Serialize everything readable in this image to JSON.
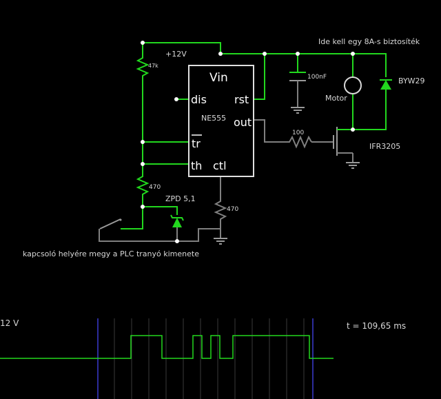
{
  "schematic": {
    "supply_label": "+12V",
    "note_fuse": "Ide kell egy 8A-s biztosíték",
    "note_switch": "kapcsoló helyére megy a PLC tranyó kimenete",
    "chip": {
      "name": "NE555",
      "pins": {
        "vin": "Vin",
        "dis": "dis",
        "rst": "rst",
        "out": "out",
        "tr": "tr",
        "th": "th",
        "ctl": "ctl"
      }
    },
    "components": {
      "r_top": "47k",
      "r_mid": "470",
      "r_ctl": "470",
      "r_gate": "100",
      "cap": "100nF",
      "zener": "ZPD 5,1",
      "motor": "Motor",
      "diode": "BYW29",
      "mosfet": "IFR3205"
    }
  },
  "scope": {
    "voltage_label": "12 V",
    "time_readout": "t = 109,65 ms",
    "colors": {
      "trace": "#22d81e",
      "cursor": "#3a3ad0",
      "grid": "#3a3a3a"
    }
  }
}
